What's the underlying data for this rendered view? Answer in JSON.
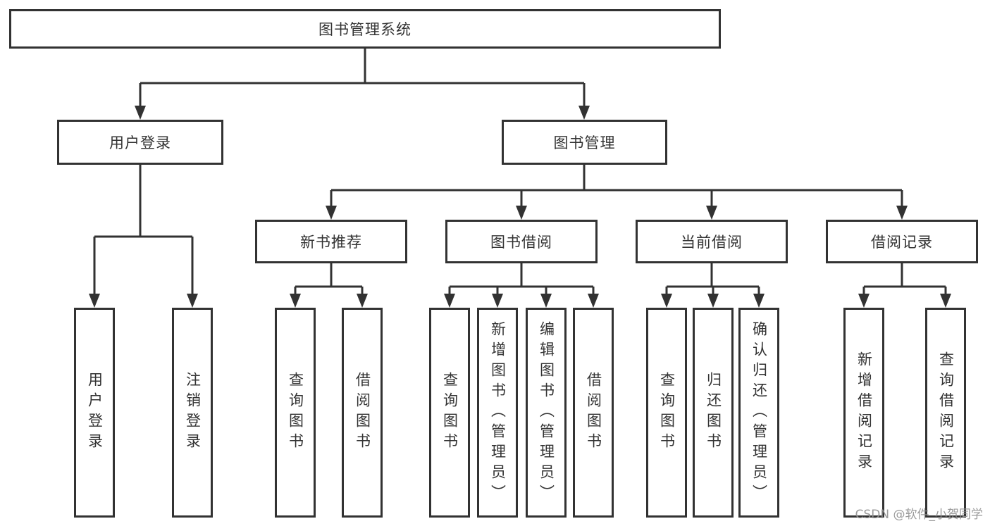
{
  "colors": {
    "line": "#323232",
    "text": "#333333",
    "box_background": "#ffffff",
    "watermark": "#919191",
    "page_background": "#ffffff"
  },
  "root": {
    "label": "图书管理系统"
  },
  "level2": [
    {
      "label": "用户登录"
    },
    {
      "label": "图书管理"
    }
  ],
  "level3": [
    {
      "label": "新书推荐"
    },
    {
      "label": "图书借阅"
    },
    {
      "label": "当前借阅"
    },
    {
      "label": "借阅记录"
    }
  ],
  "leaves": {
    "user_login": [
      {
        "label": "用户登录"
      },
      {
        "label": "注销登录"
      }
    ],
    "new_book_recommend": [
      {
        "label": "查询图书"
      },
      {
        "label": "借阅图书"
      }
    ],
    "book_borrowing": [
      {
        "label": "查询图书"
      },
      {
        "label": "新增图书（管理员）"
      },
      {
        "label": "编辑图书（管理员）"
      },
      {
        "label": "借阅图书"
      }
    ],
    "current_borrowing": [
      {
        "label": "查询图书"
      },
      {
        "label": "归还图书"
      },
      {
        "label": "确认归还（管理员）"
      }
    ],
    "borrow_records": [
      {
        "label": "新增借阅记录"
      },
      {
        "label": "查询借阅记录"
      }
    ]
  },
  "watermark": {
    "text": "CSDN @软件_小贺同学"
  }
}
